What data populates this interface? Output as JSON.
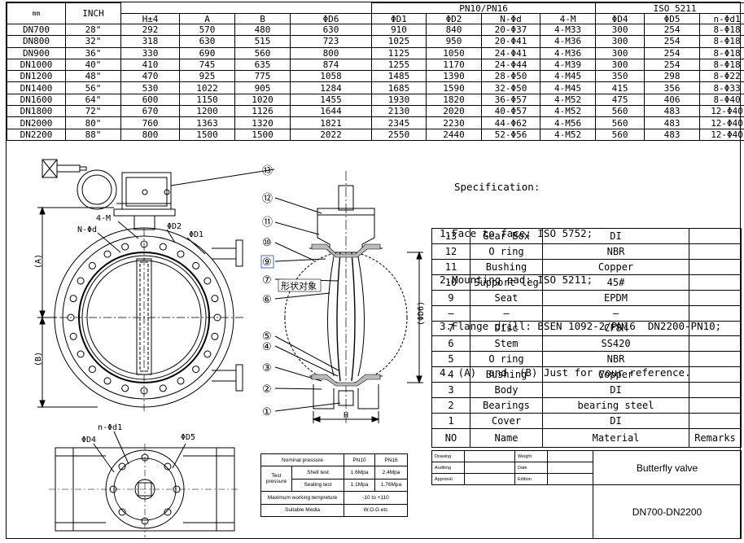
{
  "dimension_table": {
    "top_headers": {
      "mm": "mm",
      "inch": "INCH",
      "pn": "PN10/PN16",
      "iso": "ISO 5211"
    },
    "columns": [
      "H±4",
      "A",
      "B",
      "ΦD6",
      "ΦD1",
      "ΦD2",
      "N-Φd",
      "4-M",
      "ΦD4",
      "ΦD5",
      "n-Φd1"
    ],
    "rows": [
      [
        "DN700",
        "28\"",
        "292",
        "570",
        "480",
        "630",
        "910",
        "840",
        "20-Φ37",
        "4-M33",
        "300",
        "254",
        "8-Φ18"
      ],
      [
        "DN800",
        "32\"",
        "318",
        "630",
        "515",
        "723",
        "1025",
        "950",
        "20-Φ41",
        "4-M36",
        "300",
        "254",
        "8-Φ18"
      ],
      [
        "DN900",
        "36\"",
        "330",
        "690",
        "560",
        "800",
        "1125",
        "1050",
        "24-Φ41",
        "4-M36",
        "300",
        "254",
        "8-Φ18"
      ],
      [
        "DN1000",
        "40\"",
        "410",
        "745",
        "635",
        "874",
        "1255",
        "1170",
        "24-Φ44",
        "4-M39",
        "300",
        "254",
        "8-Φ18"
      ],
      [
        "DN1200",
        "48\"",
        "470",
        "925",
        "775",
        "1058",
        "1485",
        "1390",
        "28-Φ50",
        "4-M45",
        "350",
        "298",
        "8-Φ22"
      ],
      [
        "DN1400",
        "56\"",
        "530",
        "1022",
        "905",
        "1284",
        "1685",
        "1590",
        "32-Φ50",
        "4-M45",
        "415",
        "356",
        "8-Φ33"
      ],
      [
        "DN1600",
        "64\"",
        "600",
        "1150",
        "1020",
        "1455",
        "1930",
        "1820",
        "36-Φ57",
        "4-M52",
        "475",
        "406",
        "8-Φ40"
      ],
      [
        "DN1800",
        "72\"",
        "670",
        "1200",
        "1126",
        "1644",
        "2130",
        "2020",
        "40-Φ57",
        "4-M52",
        "560",
        "483",
        "12-Φ40"
      ],
      [
        "DN2000",
        "80\"",
        "760",
        "1363",
        "1320",
        "1821",
        "2345",
        "2230",
        "44-Φ62",
        "4-M56",
        "560",
        "483",
        "12-Φ40"
      ],
      [
        "DN2200",
        "88\"",
        "800",
        "1500",
        "1500",
        "2022",
        "2550",
        "2440",
        "52-Φ56",
        "4-M52",
        "560",
        "483",
        "12-Φ40"
      ]
    ]
  },
  "specification": {
    "title": "Specification:",
    "lines": [
      "1.Face to face: ISO 5752;",
      "2.Mounting pad: ISO 5211;",
      "3.Flange drill: BSEN 1092-2/PN16  DN2200-PN10;",
      "4. (A)  and  (B) Just for your reference."
    ]
  },
  "parts": {
    "rows": [
      [
        "13",
        "Gear Box",
        "DI",
        ""
      ],
      [
        "12",
        "O ring",
        "NBR",
        ""
      ],
      [
        "11",
        "Bushing",
        "Copper",
        ""
      ],
      [
        "10",
        "Support  leg",
        "45#",
        ""
      ],
      [
        "9",
        "Seat",
        "EPDM",
        ""
      ],
      [
        "—",
        "—",
        "—",
        ""
      ],
      [
        "7",
        "Disc",
        "CF8M",
        ""
      ],
      [
        "6",
        "Stem",
        "SS420",
        ""
      ],
      [
        "5",
        "O ring",
        "NBR",
        ""
      ],
      [
        "4",
        "Bushing",
        "Copper",
        ""
      ],
      [
        "3",
        "Body",
        "DI",
        ""
      ],
      [
        "2",
        "Bearings",
        "bearing steel",
        ""
      ],
      [
        "1",
        "Cover",
        "DI",
        ""
      ]
    ],
    "header": [
      "NO",
      "Name",
      "Material",
      "Remarks"
    ]
  },
  "pressure_table": {
    "nominal": "Nominal pressure",
    "pn10": "PN10",
    "pn16": "PN16",
    "test_pressure": "Test pressure",
    "shell_test": "Shell test",
    "shell_pn10": "1.6Mpa",
    "shell_pn16": "2.4Mpa",
    "sealing_test": "Sealing test",
    "seal_pn10": "1.1Mpa",
    "seal_pn16": "1.76Mpa",
    "max_temp": "Maximum working tempreture",
    "temp_range": "-10   to +110",
    "media": "Suitable Media",
    "media_val": "W.O.G etc"
  },
  "title_block": {
    "drawing": "Drawing",
    "auditing": "Auditing",
    "approval": "Approval",
    "weight": "Weight",
    "date": "Date",
    "edition": "Edition",
    "name": "Butterfly valve",
    "model": "DN700-DN2200"
  },
  "drawing_labels": {
    "front": {
      "m": "4-M",
      "nd": "N-Φd",
      "d2": "ΦD2",
      "d1": "ΦD1",
      "a": "(A)",
      "b": "(B)"
    },
    "bottom": {
      "nd1": "n-Φd1",
      "d4": "ΦD4",
      "d5": "ΦD5"
    },
    "section": {
      "d6": "(ΦD6)",
      "h": "H",
      "tooltip": "形状对象"
    },
    "callouts": [
      "①",
      "②",
      "③",
      "④",
      "⑤",
      "⑥",
      "⑦",
      "⑨",
      "⑩",
      "⑪",
      "⑫",
      "⑬"
    ]
  },
  "colors": {
    "line": "#000000",
    "tooltip_bg": "#ffffff"
  }
}
